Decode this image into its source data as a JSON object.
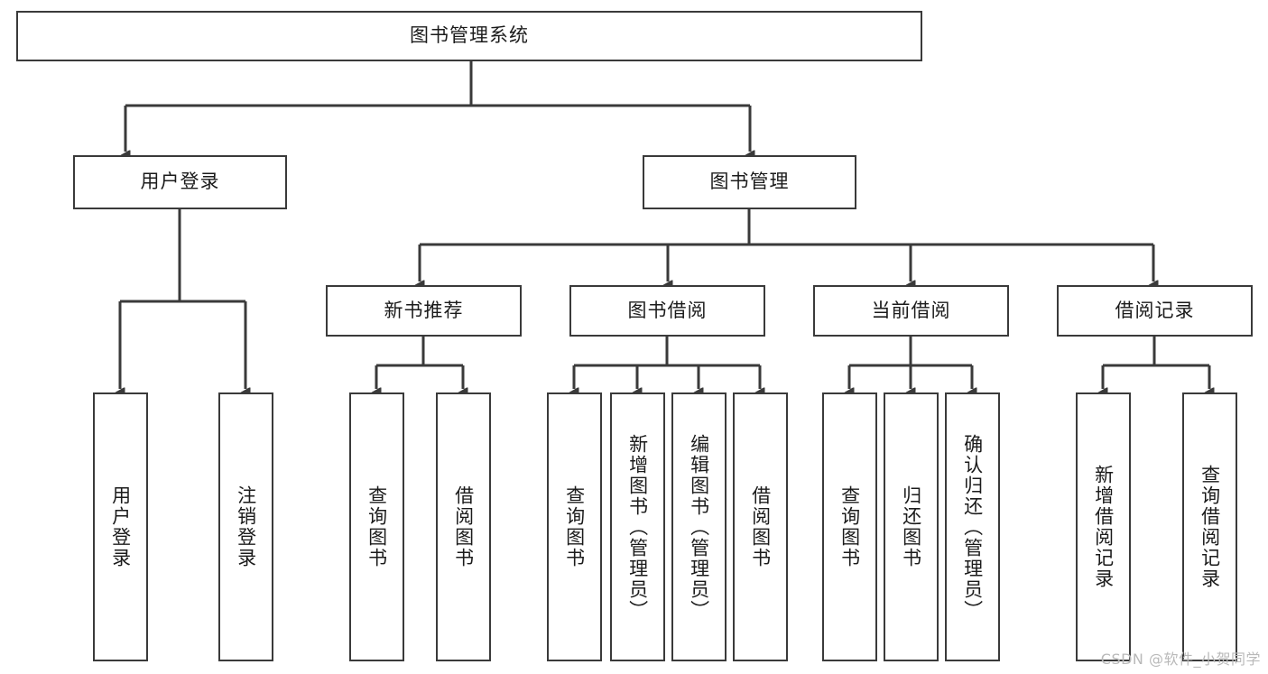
{
  "diagram": {
    "type": "tree-hierarchy",
    "title": "图书管理系统",
    "root": {
      "label": "图书管理系统"
    },
    "level1": [
      {
        "label": "用户登录"
      },
      {
        "label": "图书管理"
      }
    ],
    "level2": [
      {
        "label": "新书推荐"
      },
      {
        "label": "图书借阅"
      },
      {
        "label": "当前借阅"
      },
      {
        "label": "借阅记录"
      }
    ],
    "leaves": {
      "user_login": [
        {
          "label": "用户登录"
        },
        {
          "label": "注销登录"
        }
      ],
      "new_book_recommend": [
        {
          "label": "查询图书"
        },
        {
          "label": "借阅图书"
        }
      ],
      "book_borrow": [
        {
          "label": "查询图书"
        },
        {
          "label": "新增图书（管理员）"
        },
        {
          "label": "编辑图书（管理员）"
        },
        {
          "label": "借阅图书"
        }
      ],
      "current_borrow": [
        {
          "label": "查询图书"
        },
        {
          "label": "归还图书"
        },
        {
          "label": "确认归还（管理员）"
        }
      ],
      "borrow_records": [
        {
          "label": "新增借阅记录"
        },
        {
          "label": "查询借阅记录"
        }
      ]
    }
  },
  "watermark": {
    "text": "CSDN @软件_小贺同学"
  },
  "colors": {
    "stroke": "#3a3a3a",
    "background": "#ffffff",
    "text": "#1b1b1b",
    "watermark": "#b9b9b9"
  }
}
